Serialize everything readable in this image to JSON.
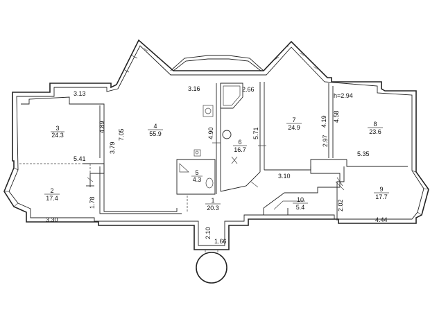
{
  "height_note": "h=2.94",
  "rooms": [
    {
      "id": "room-1",
      "number": "1",
      "area": "20.3"
    },
    {
      "id": "room-2",
      "number": "2",
      "area": "17.4"
    },
    {
      "id": "room-3",
      "number": "3",
      "area": "24.3"
    },
    {
      "id": "room-4",
      "number": "4",
      "area": "55.9"
    },
    {
      "id": "room-5",
      "number": "5",
      "area": "4.3"
    },
    {
      "id": "room-6",
      "number": "6",
      "area": "16.7"
    },
    {
      "id": "room-7",
      "number": "7",
      "area": "24.9"
    },
    {
      "id": "room-8",
      "number": "8",
      "area": "23.6"
    },
    {
      "id": "room-9",
      "number": "9",
      "area": "17.7"
    },
    {
      "id": "room-10",
      "number": "10",
      "area": "5.4"
    }
  ],
  "dimensions": {
    "d_3_13": "3.13",
    "d_3_16": "3.16",
    "d_2_66": "2.66",
    "d_4_89": "4.89",
    "d_7_05": "7.05",
    "d_3_79": "3.79",
    "d_4_90": "4.90",
    "d_5_71": "5.71",
    "d_4_19": "4.19",
    "d_4_58": "4.58",
    "d_2_97": "2.97",
    "d_5_35": "5.35",
    "d_5_41": "5.41",
    "d_1_78": "1.78",
    "d_3_30": "3.30",
    "d_3_10": "3.10",
    "d_2_02": "2.02",
    "d_4_44": "4.44",
    "d_2_10": "2.10",
    "d_1_66": "1.66"
  }
}
